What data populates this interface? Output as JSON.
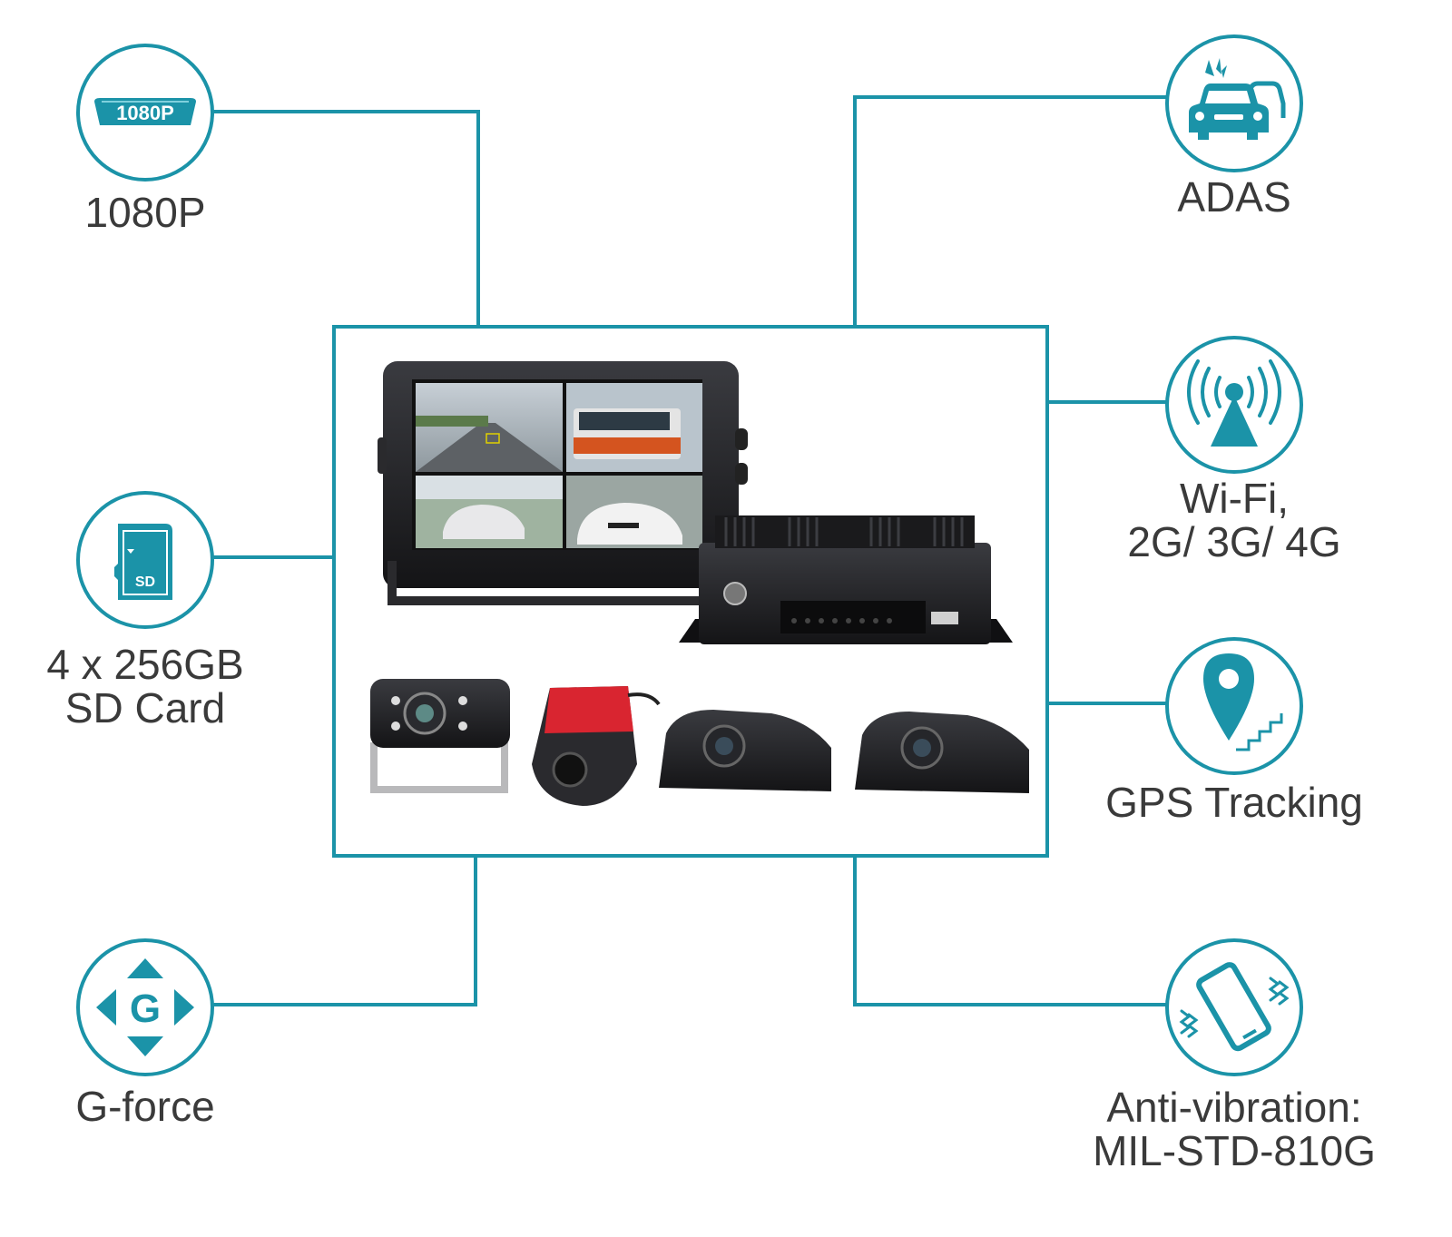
{
  "features": {
    "resolution": {
      "label": "1080P",
      "badge": "1080P",
      "icon": "hd-badge-icon"
    },
    "storage": {
      "label_lines": [
        "4 x 256GB",
        "SD Card"
      ],
      "badge": "SD",
      "icon": "sd-card-icon"
    },
    "gforce": {
      "label": "G-force",
      "badge": "G",
      "icon": "g-force-icon"
    },
    "adas": {
      "label": "ADAS",
      "icon": "car-collision-icon"
    },
    "network": {
      "label_lines": [
        "Wi-Fi,",
        "2G/ 3G/ 4G"
      ],
      "icon": "antenna-icon"
    },
    "gps": {
      "label": "GPS Tracking",
      "icon": "map-pin-icon"
    },
    "vibration": {
      "label_lines": [
        "Anti-vibration:",
        "MIL-STD-810G"
      ],
      "icon": "vibrating-phone-icon"
    }
  },
  "colors": {
    "accent": "#1b93a8",
    "text": "#3a3a3a",
    "device": "#1f1f22"
  }
}
